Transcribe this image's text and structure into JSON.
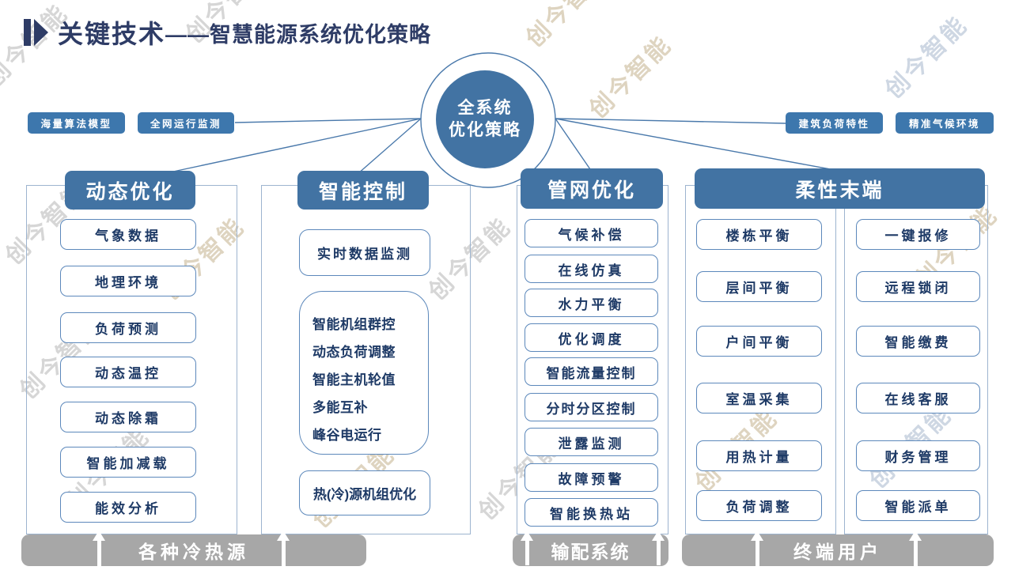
{
  "title": {
    "prefix": "关键技术",
    "suffix": "——智慧能源系统优化策略"
  },
  "center": {
    "line1": "全系统",
    "line2": "优化策略"
  },
  "tags_left": [
    "海量算法模型",
    "全网运行监测"
  ],
  "tags_right": [
    "建筑负荷特性",
    "精准气候环境"
  ],
  "columns": [
    {
      "header": "动态优化",
      "items": [
        "气象数据",
        "地理环境",
        "负荷预测",
        "动态温控",
        "动态除霜",
        "智能加减载",
        "能效分析"
      ]
    },
    {
      "header": "智能控制",
      "top_item": "实时数据监测",
      "group_items": [
        "智能机组群控",
        "动态负荷调整",
        "智能主机轮值",
        "多能互补",
        "峰谷电运行"
      ],
      "bottom_item": "热(冷)源机组优化"
    },
    {
      "header": "管网优化",
      "items": [
        "气候补偿",
        "在线仿真",
        "水力平衡",
        "优化调度",
        "智能流量控制",
        "分时分区控制",
        "泄露监测",
        "故障预警",
        "智能换热站"
      ]
    },
    {
      "header": "柔性末端",
      "left_items": [
        "楼栋平衡",
        "层间平衡",
        "户间平衡",
        "室温采集",
        "用热计量",
        "负荷调整"
      ],
      "right_items": [
        "一键报修",
        "远程锁闭",
        "智能缴费",
        "在线客服",
        "财务管理",
        "智能派单"
      ]
    }
  ],
  "footers": [
    "各种冷热源",
    "输配系统",
    "终端用户"
  ],
  "watermark": "创今智能",
  "colors": {
    "accent_blue": "#4273a3",
    "tag_blue": "#3d77ad",
    "item_border": "#5c88bb",
    "item_text": "#1e3a66",
    "title_navy": "#2e3c66",
    "bar_gray": "#a7a7a7",
    "line_blue": "#4a79ab"
  }
}
